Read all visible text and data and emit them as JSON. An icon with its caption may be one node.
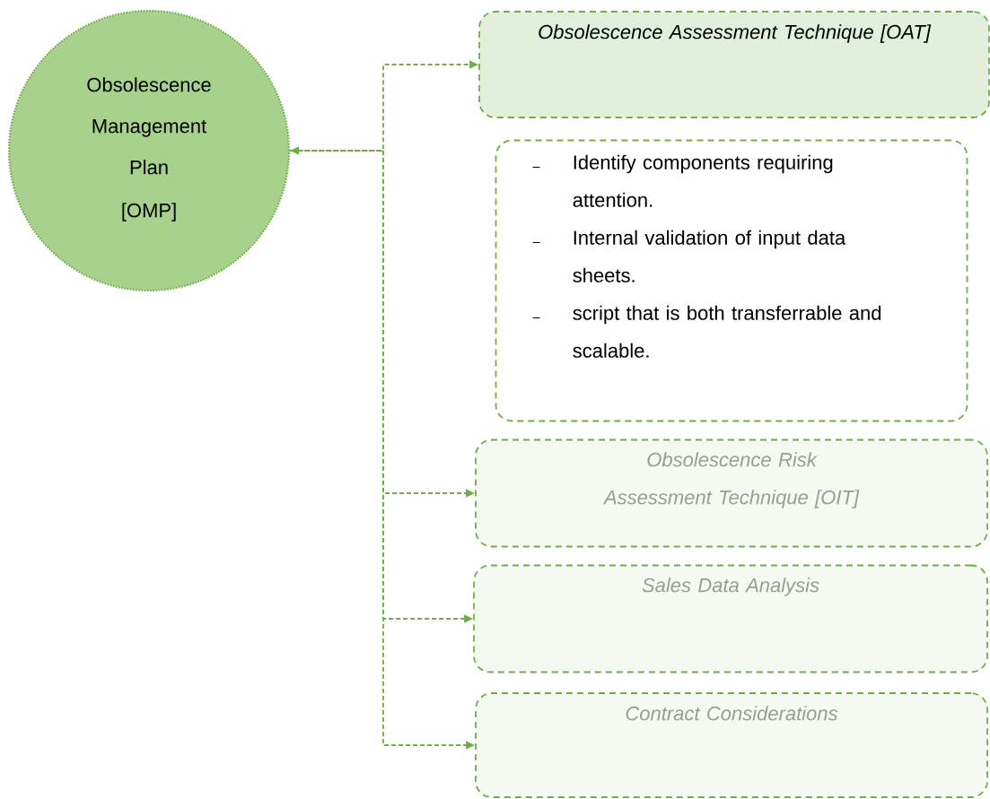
{
  "diagram": {
    "nodes": [
      {
        "text": [
          "Obsolescence Management Plan",
          "[OMP]"
        ]
      },
      {
        "text": [
          "Obsolescence Assessment Technique [OAT]"
        ]
      },
      {
        "text": [
          "Identify components requiring attention.",
          "Internal validation of input data sheets.",
          "script that is both transferrable and scalable."
        ]
      },
      {
        "text": [
          "Obsolescence Risk Assessment Technique [OIT]"
        ]
      },
      {
        "text": [
          "Sales Data Analysis"
        ]
      },
      {
        "text": [
          "Contract Considerations"
        ]
      }
    ],
    "edges": [
      {
        "from": 0,
        "to": 1,
        "arrow": "both",
        "style": "dashed"
      },
      {
        "from": 0,
        "to": 3,
        "arrow": "to",
        "style": "dashed"
      },
      {
        "from": 0,
        "to": 4,
        "arrow": "to",
        "style": "dashed"
      },
      {
        "from": 0,
        "to": 5,
        "arrow": "to",
        "style": "dashed"
      }
    ]
  }
}
